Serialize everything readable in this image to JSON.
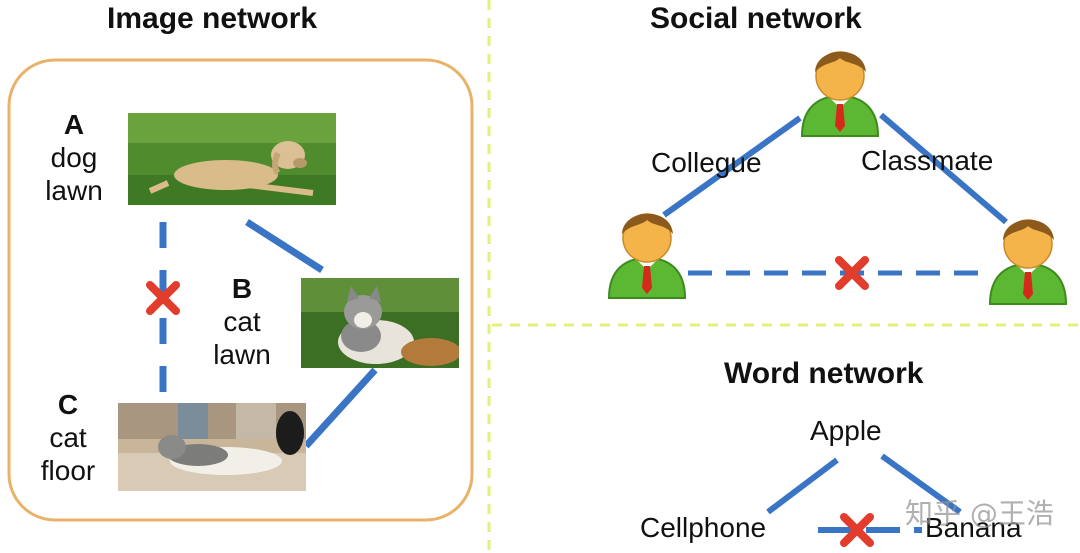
{
  "image_network": {
    "title": "Image network",
    "nodes": [
      {
        "letter": "A",
        "line1": "dog",
        "line2": "lawn"
      },
      {
        "letter": "B",
        "line1": "cat",
        "line2": "lawn"
      },
      {
        "letter": "C",
        "line1": "cat",
        "line2": "floor"
      }
    ]
  },
  "social_network": {
    "title": "Social network",
    "edge_left": "Collegue",
    "edge_right": "Classmate"
  },
  "word_network": {
    "title": "Word network",
    "top": "Apple",
    "left": "Cellphone",
    "right": "Banana"
  },
  "watermark": "知乎 @王浩",
  "colors": {
    "edge": "#3a74c4",
    "box": "#e8b369",
    "divider": "#e4f07a",
    "cross": "#e23c2c",
    "person_body": "#5cb832",
    "person_face": "#f4b44a",
    "person_hair": "#8b5a1c",
    "tie": "#d42a1c"
  }
}
